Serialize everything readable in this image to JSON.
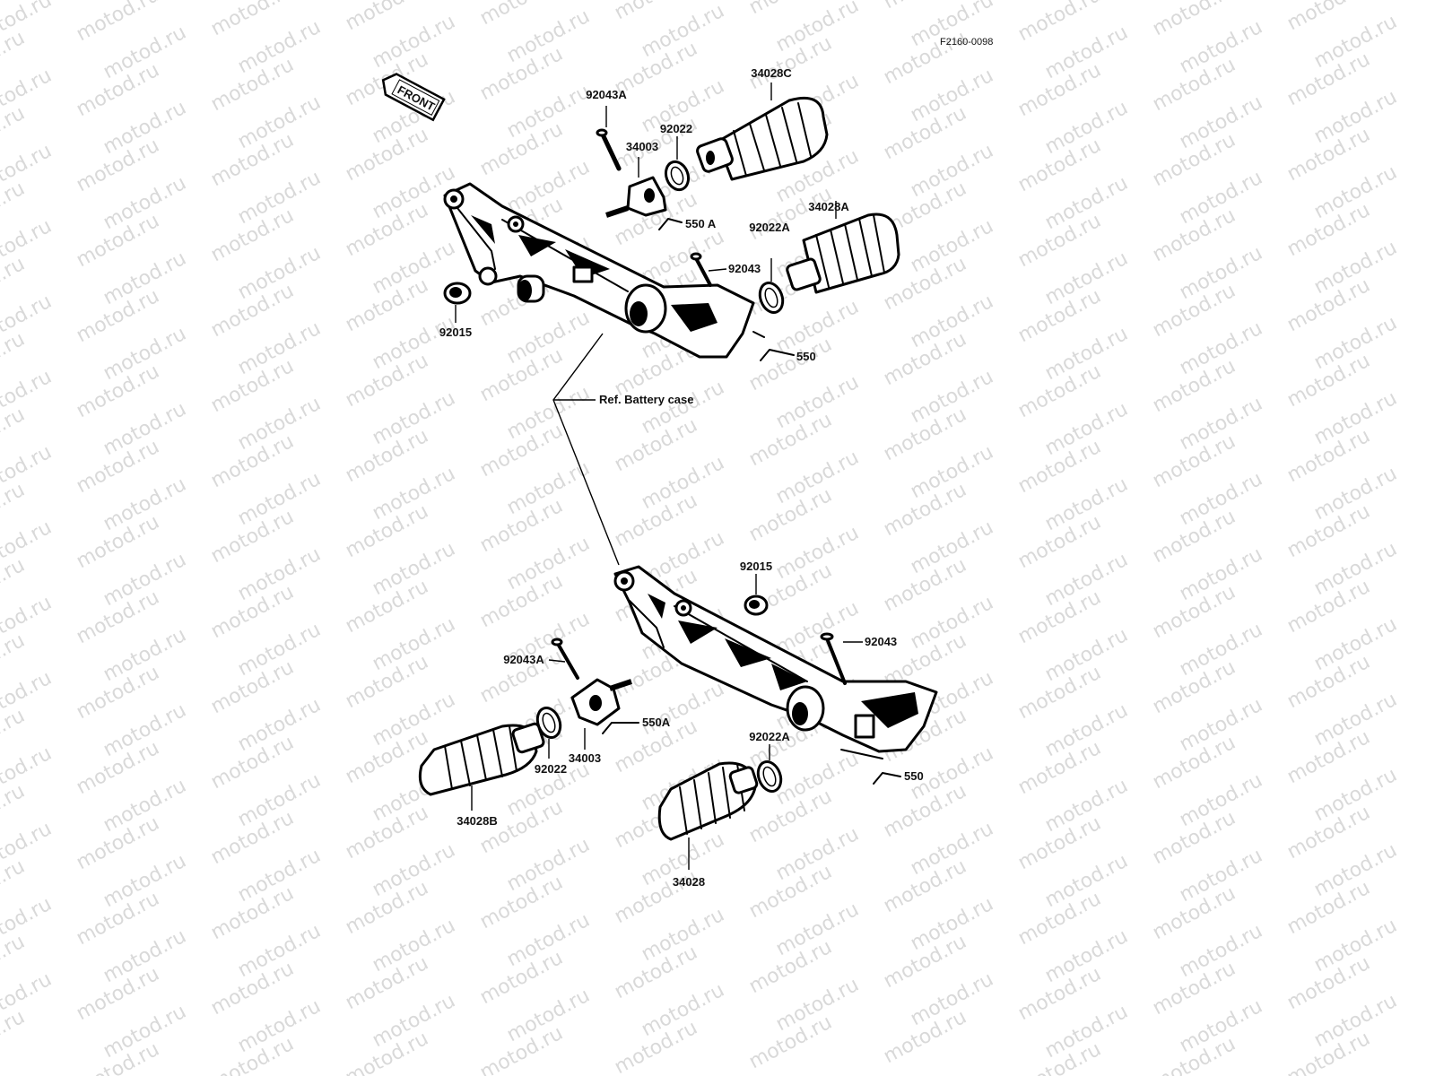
{
  "diagram_code": "F2160-0098",
  "watermark": "motod.ru",
  "front_arrow_label": "FRONT",
  "reference_note": "Ref. Battery case",
  "parts": {
    "upper": {
      "bolt": "92043A",
      "bolt_b": "92043",
      "bracket": "34003",
      "washer": "92022",
      "washer_a": "92022A",
      "peg_rubber_c": "34028C",
      "peg_rubber_a": "34028A",
      "cotter_pin_a": "550 A",
      "cotter_pin": "550",
      "bushing": "92015"
    },
    "lower": {
      "bushing": "92015",
      "bolt": "92043A",
      "bolt_b": "92043",
      "cotter_pin_a": "550A",
      "bracket": "34003",
      "washer": "92022",
      "washer_a": "92022A",
      "peg_rubber_b": "34028B",
      "peg_rubber": "34028",
      "cotter_pin": "550"
    }
  }
}
